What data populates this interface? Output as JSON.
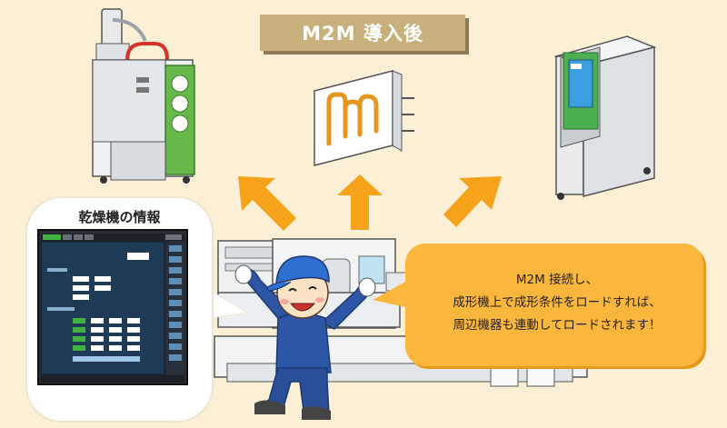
{
  "title": "M2M 導入後",
  "info_panel": {
    "title": "乾燥機の情報"
  },
  "message": {
    "line1": "M2M 接続し、",
    "line2": "成形機上で成形条件をロードすれば、",
    "line3": "周辺機器も連動してロードされます！"
  },
  "colors": {
    "background": "#fbf0d6",
    "title_box": "#c8b07c",
    "arrow": "#f7a21b",
    "speech": "#fbb63d",
    "screen_green": "#3fb23f"
  }
}
